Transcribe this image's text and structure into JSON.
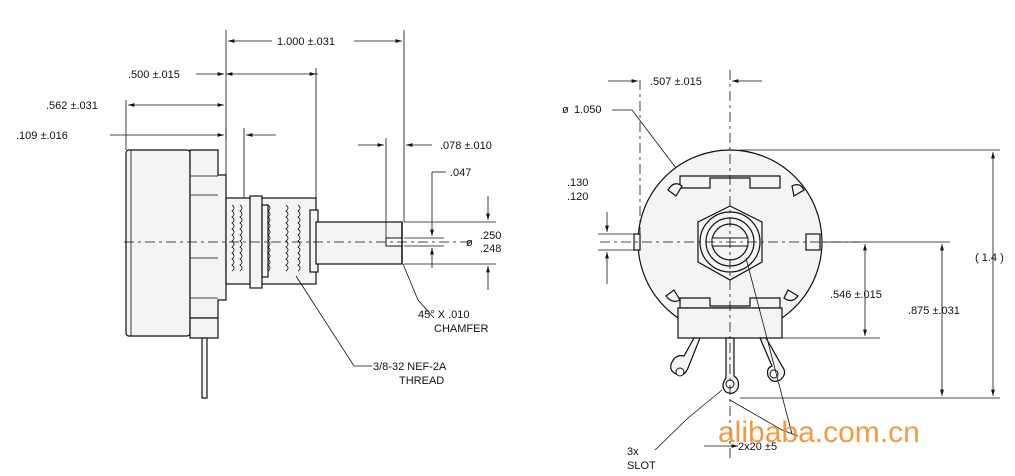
{
  "side_view": {
    "dim_overall": "1.000 ±.031",
    "dim_bushing": ".500 ±.015",
    "dim_body": ".562 ±.031",
    "dim_flange": ".109 ±.016",
    "dim_slot_depth": ".078 ±.010",
    "dim_slot_width": ".047",
    "dim_shaft_max": ".250",
    "dim_shaft_min": ".248",
    "chamfer_line1": "45° X  .010",
    "chamfer_line2": "CHAMFER",
    "thread_line1": "3/8-32 NEF-2A",
    "thread_line2": "THREAD"
  },
  "front_view": {
    "dim_diameter": "1.050",
    "dim_offset": ".507 ±.015",
    "dim_key_max": ".130",
    "dim_key_min": ".120",
    "dim_height_ref": "( 1.4 )",
    "dim_center_a": ".546 ±.015",
    "dim_center_b": ".875 ±.031",
    "dim_terminal_spacing": "2x20 ±5",
    "slot_line1": "3x",
    "slot_line2": "SLOT"
  },
  "watermark": "alibaba.com.cn"
}
